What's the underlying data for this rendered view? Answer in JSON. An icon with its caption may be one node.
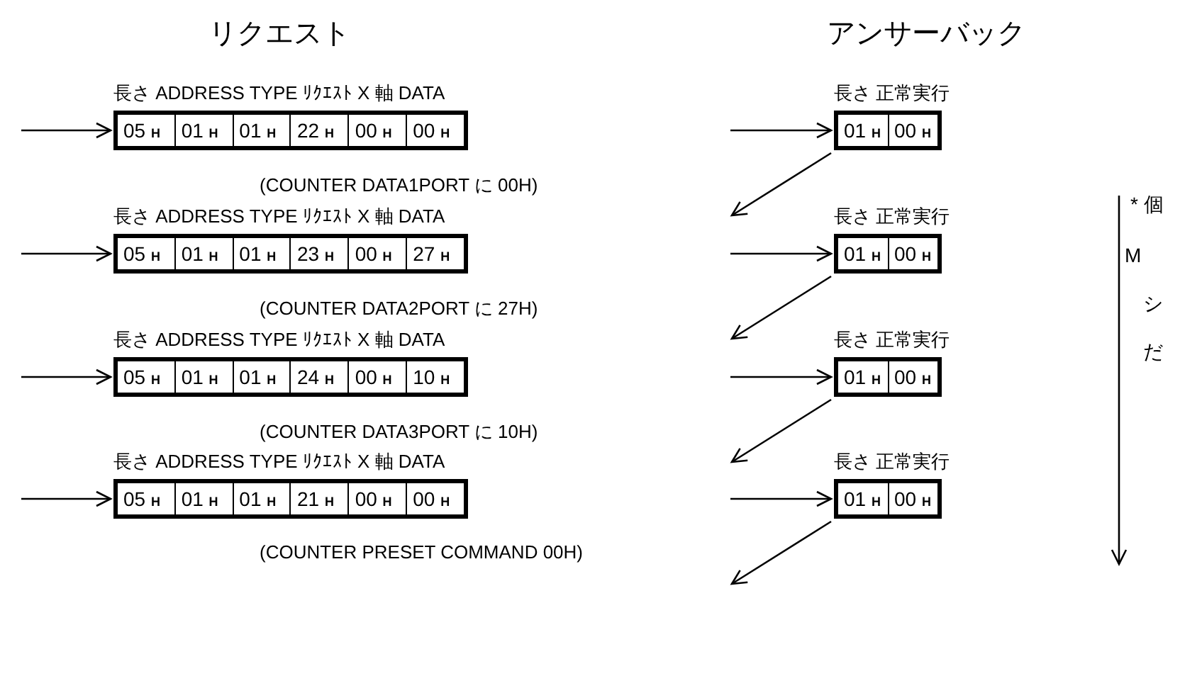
{
  "diagram": {
    "nodes": [
      {
        "text": [
          "長さ ADDRESS TYPE ﾘｸｴｽﾄ X 軸 DATA",
          "05 **H**",
          "01 **H**",
          "01 **H**",
          "22 **H**",
          "00 **H**",
          "00 **H**"
        ]
      },
      {
        "text": [
          "長さ ADDRESS TYPE ﾘｸｴｽﾄ X 軸 DATA",
          "05 **H**",
          "01 **H**",
          "01 **H**",
          "23 **H**",
          "00 **H**",
          "27 **H**"
        ]
      },
      {
        "text": [
          "長さ ADDRESS TYPE ﾘｸｴｽﾄ X 軸 DATA",
          "05 **H**",
          "01 **H**",
          "01 **H**",
          "24 **H**",
          "00 **H**",
          "10 **H**"
        ]
      },
      {
        "text": [
          "長さ ADDRESS TYPE ﾘｸｴｽﾄ X 軸 DATA",
          "05 **H**",
          "01 **H**",
          "01 **H**",
          "21 **H**",
          "00 **H**",
          "00 **H**"
        ]
      },
      {
        "text": [
          "長さ 正常実行",
          "01 **H**",
          "00 **H**"
        ]
      },
      {
        "text": [
          "長さ 正常実行",
          "01 **H**",
          "00 **H**"
        ]
      },
      {
        "text": [
          "長さ 正常実行",
          "01 **H**",
          "00 **H**"
        ]
      },
      {
        "text": [
          "長さ 正常実行",
          "01 **H**",
          "00 **H**"
        ]
      }
    ],
    "edges": [
      {
        "from": null,
        "to": 0,
        "arrow": "to"
      },
      {
        "from": null,
        "to": 4,
        "arrow": "to"
      },
      {
        "from": 4,
        "to": null,
        "arrow": "to"
      },
      {
        "from": null,
        "to": 1,
        "arrow": "to"
      },
      {
        "from": null,
        "to": 5,
        "arrow": "to"
      },
      {
        "from": 5,
        "to": null,
        "arrow": "to"
      },
      {
        "from": null,
        "to": 2,
        "arrow": "to"
      },
      {
        "from": null,
        "to": 6,
        "arrow": "to"
      },
      {
        "from": 6,
        "to": null,
        "arrow": "to"
      },
      {
        "from": null,
        "to": 3,
        "arrow": "to"
      },
      {
        "from": null,
        "to": 7,
        "arrow": "to"
      },
      {
        "from": 7,
        "to": null,
        "arrow": "to"
      }
    ],
    "labels": [
      "リクエスト",
      "アンサーバック",
      "(COUNTER DATA1PORT に 00H)",
      "(COUNTER DATA2PORT に 27H)",
      "(COUNTER DATA3PORT に 10H)",
      "(COUNTER PRESET COMMAND 00H)",
      "* 個",
      "M",
      "シ",
      "だ"
    ]
  }
}
